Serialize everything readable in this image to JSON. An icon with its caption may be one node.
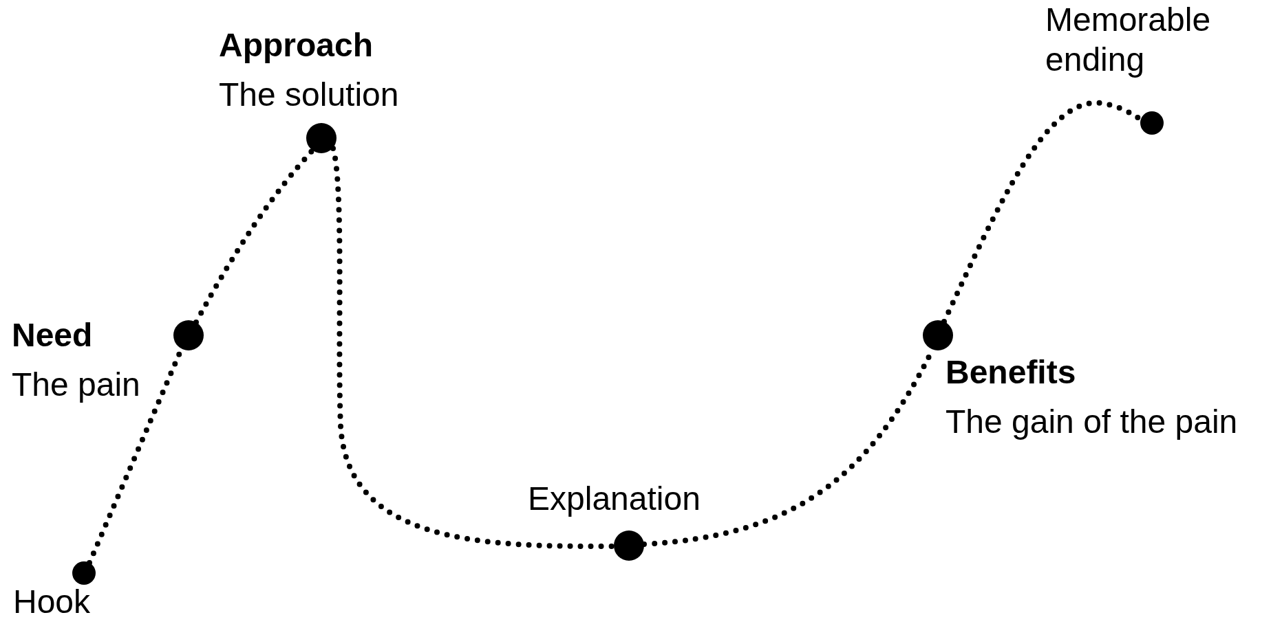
{
  "diagram": {
    "nodes": [
      {
        "text": [
          "Hook"
        ]
      },
      {
        "text": [
          "Need",
          "The pain"
        ]
      },
      {
        "text": [
          "Approach",
          "The solution"
        ]
      },
      {
        "text": [
          "Explanation"
        ]
      },
      {
        "text": [
          "Benefits",
          "The gain of the pain"
        ]
      },
      {
        "text": [
          "Memorable ending"
        ]
      }
    ],
    "edges": [
      {
        "from": 0,
        "to": 1,
        "arrow": "none",
        "style": "dashed"
      },
      {
        "from": 1,
        "to": 2,
        "arrow": "none",
        "style": "dashed"
      },
      {
        "from": 2,
        "to": 3,
        "arrow": "none",
        "style": "dashed"
      },
      {
        "from": 3,
        "to": 4,
        "arrow": "none",
        "style": "dashed"
      },
      {
        "from": 4,
        "to": 5,
        "arrow": "none",
        "style": "dashed"
      }
    ]
  }
}
